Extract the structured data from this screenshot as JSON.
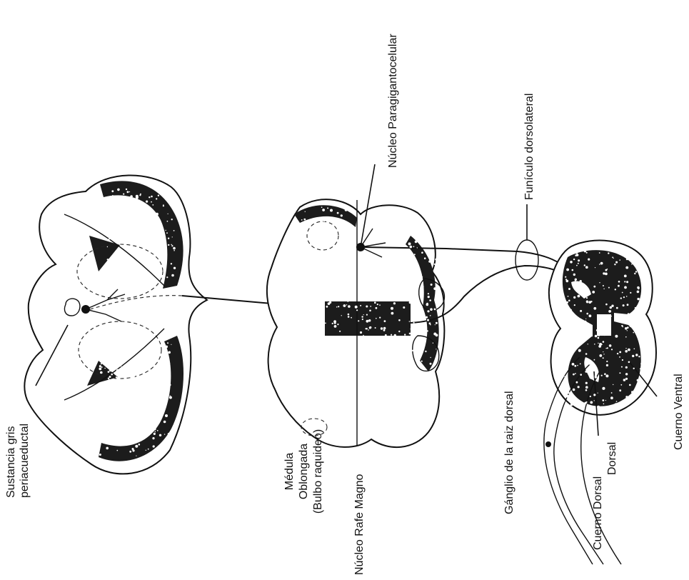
{
  "labels": {
    "pag_line1": "Sustancia gris",
    "pag_line2": "periacueductal",
    "medulla_line1": "Médula",
    "medulla_line2": "Oblongada",
    "medulla_line3": "(Bulbo raquideo)",
    "raphe": "Núcleo Rafe Magno",
    "paragigantocellular": "Núcleo Paragigantocelular",
    "funiculus": "Funículo dorsolateral",
    "ganglion": "Gánglio de la raiz dorsal",
    "dorsal_horn_a": "Dorsal",
    "dorsal_horn_b": "Cuerno Dorsal",
    "ventral_horn": "Cuerno Ventral"
  }
}
